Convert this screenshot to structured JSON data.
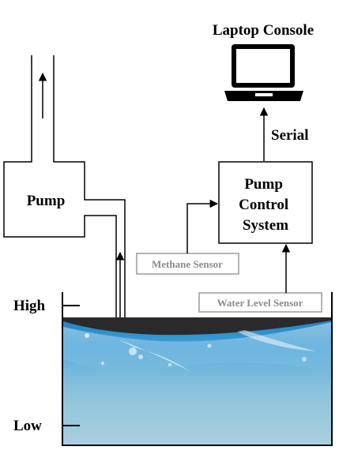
{
  "diagram": {
    "laptop_label": "Laptop Console",
    "serial_label": "Serial",
    "control_lines": [
      "Pump",
      "Control",
      "System"
    ],
    "pump_label": "Pump",
    "methane_sensor_label": "Methane Sensor",
    "water_level_sensor_label": "Water Level Sensor",
    "high_label": "High",
    "low_label": "Low"
  }
}
